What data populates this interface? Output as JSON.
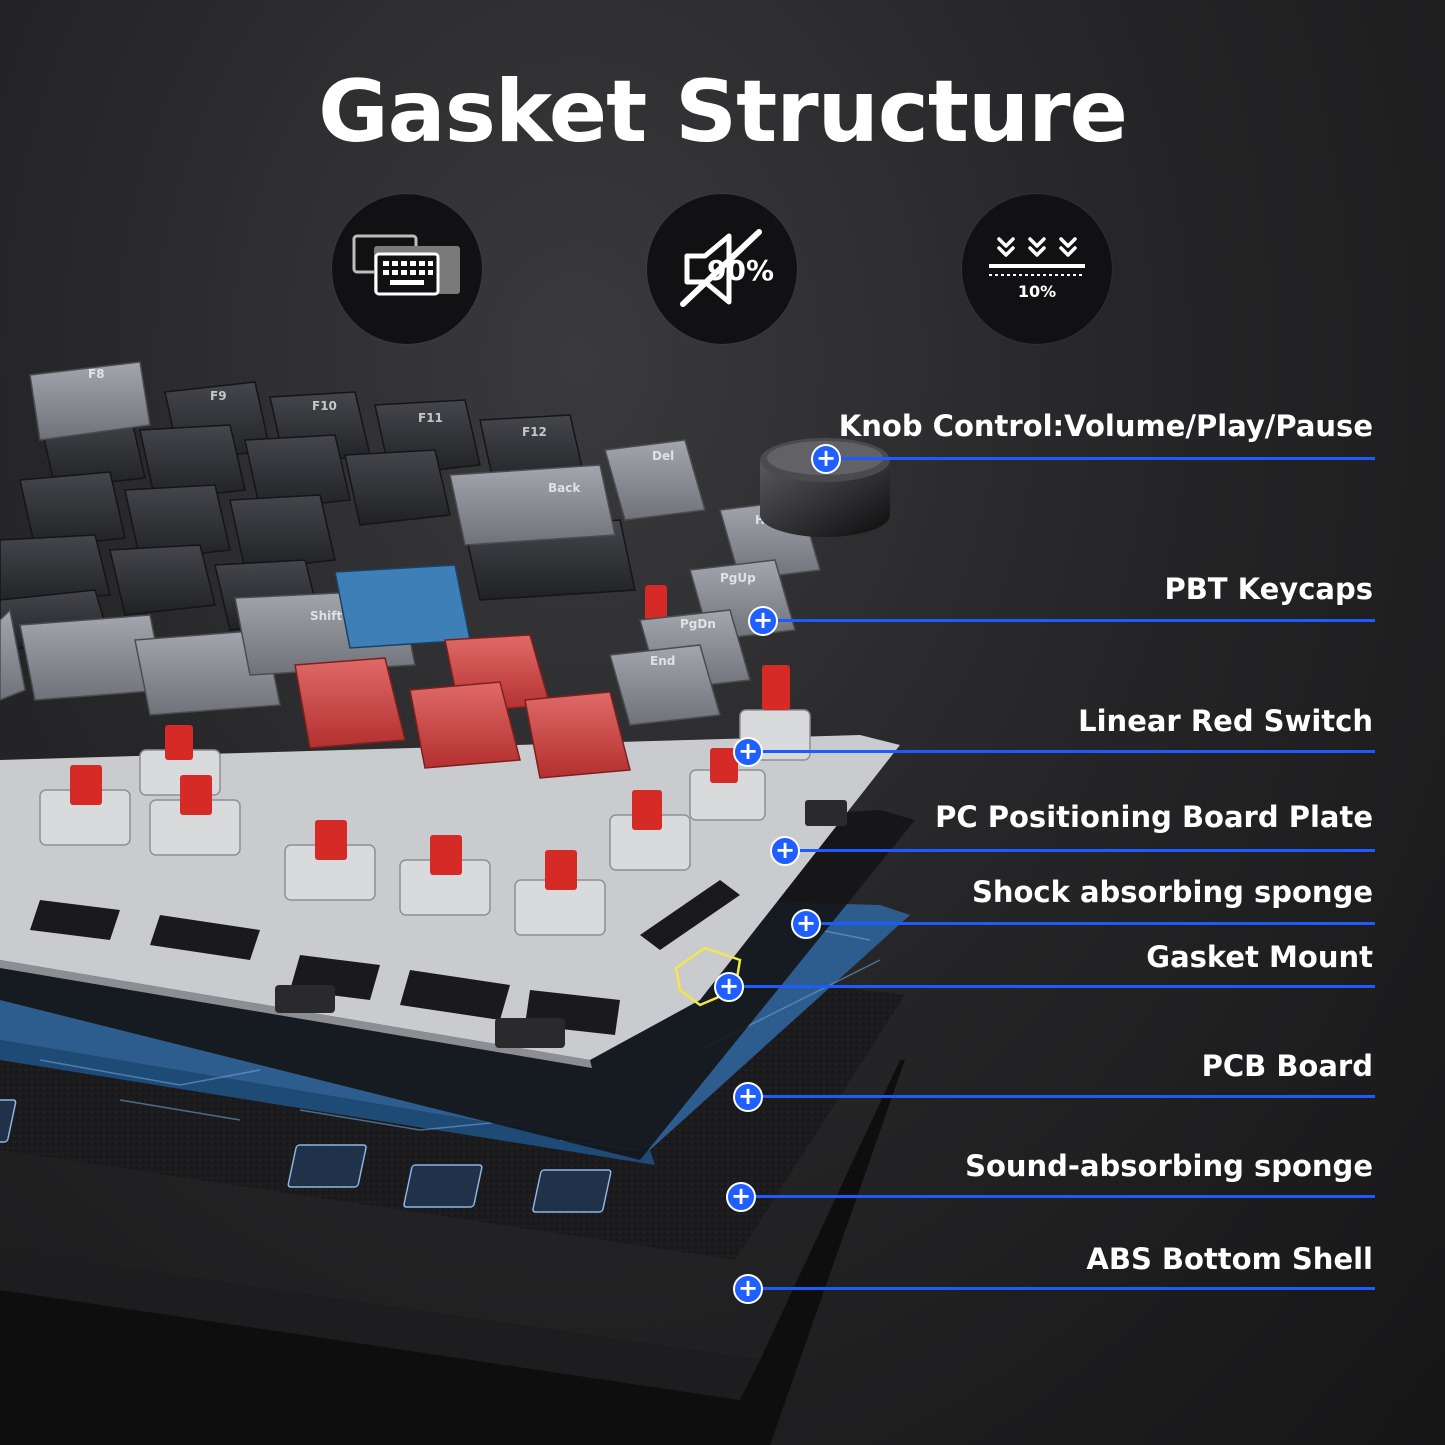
{
  "title": "Gasket Structure",
  "features": [
    {
      "icon": "keyboard-layers-icon",
      "label": ""
    },
    {
      "icon": "muted-speaker-icon",
      "label": "90%"
    },
    {
      "icon": "compression-arrows-icon",
      "label": "10%"
    }
  ],
  "keycap_labels": [
    "F8",
    "F9",
    "F10",
    "F11",
    "F12",
    "Del",
    "Back",
    "Home",
    "PgUp",
    "PgDn",
    "End",
    "Shift"
  ],
  "callouts": [
    {
      "label": "Knob Control:Volume/Play/Pause"
    },
    {
      "label": "PBT Keycaps"
    },
    {
      "label": "Linear Red Switch"
    },
    {
      "label": "PC Positioning Board Plate"
    },
    {
      "label": "Shock absorbing sponge"
    },
    {
      "label": "Gasket Mount"
    },
    {
      "label": "PCB Board"
    },
    {
      "label": "Sound-absorbing sponge"
    },
    {
      "label": "ABS Bottom Shell"
    }
  ],
  "colors": {
    "accent_blue": "#1e5bff",
    "keycap_dark": "#2e2f33",
    "keycap_gray": "#7d8087",
    "keycap_red": "#c9403f",
    "pcb_blue": "#2d5d8f",
    "plate_silver": "#c9cbce"
  }
}
